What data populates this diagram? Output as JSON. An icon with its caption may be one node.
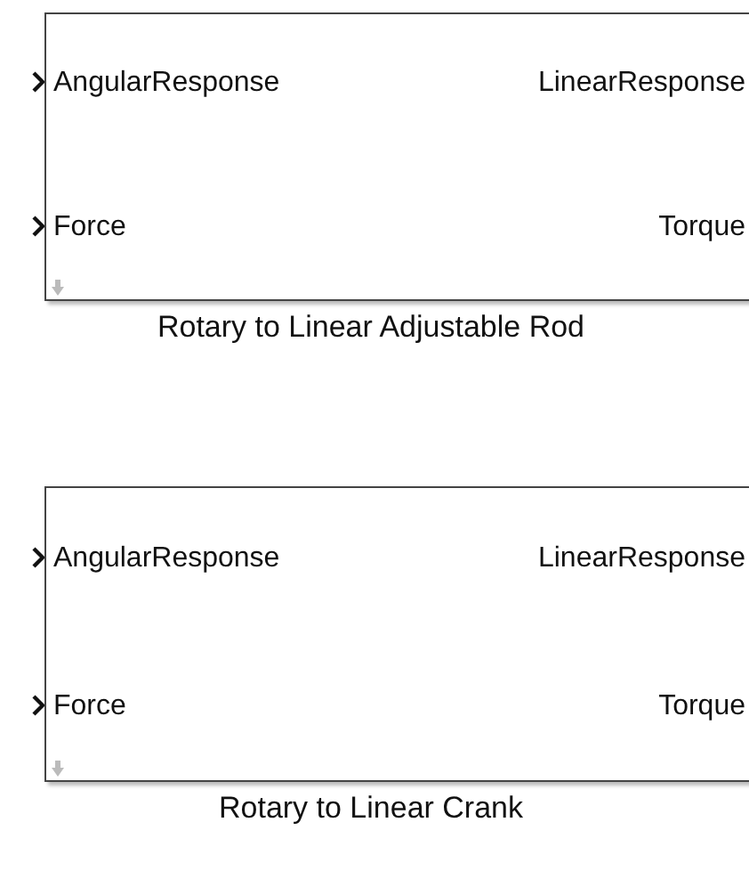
{
  "diagram": {
    "nodes": [
      {
        "text": [
          "AngularResponse",
          "LinearResponse",
          "Force",
          "Torque"
        ],
        "beside": [
          "Rotary to Linear Adjustable Rod"
        ]
      },
      {
        "text": [
          "AngularResponse",
          "LinearResponse",
          "Force",
          "Torque"
        ],
        "beside": [
          "Rotary to Linear Crank"
        ]
      }
    ]
  }
}
